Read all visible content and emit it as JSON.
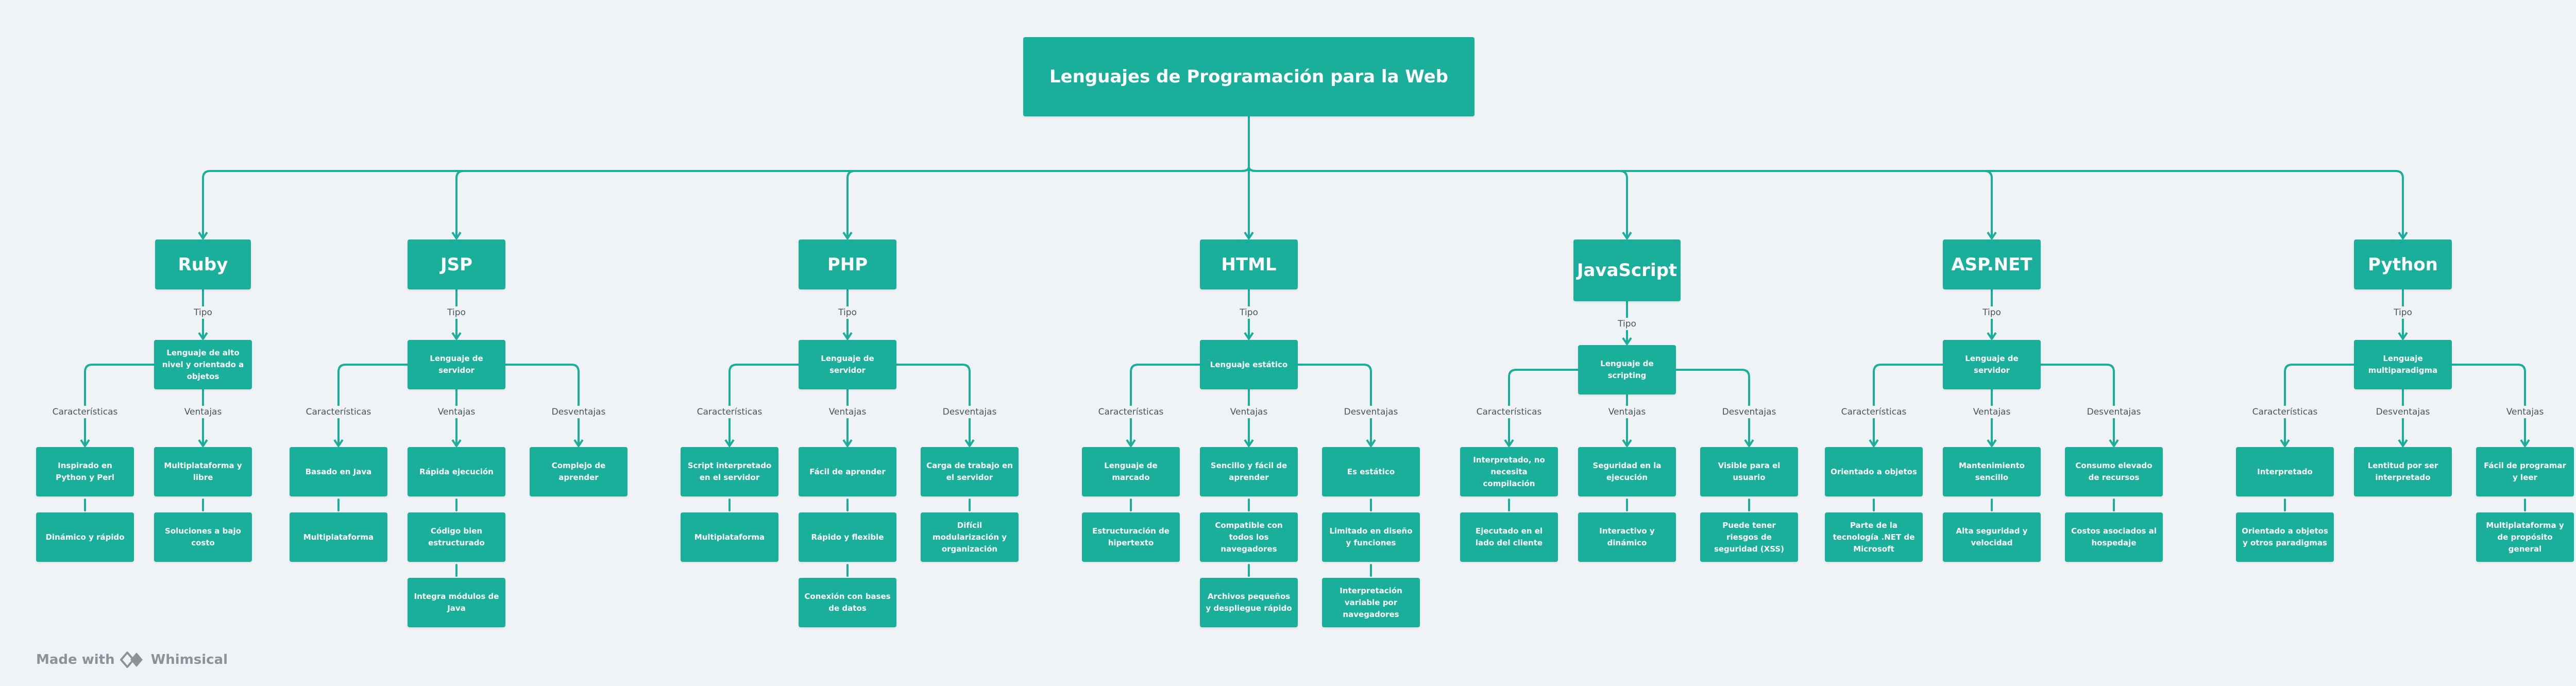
{
  "colors": {
    "node": "#1aaf9b",
    "edge": "#1aaf9b",
    "background": "#f0f3f6",
    "label": "#4b5359"
  },
  "root": "Lenguajes de Programación para la Web",
  "brand": {
    "prefix": "Made with",
    "name": "Whimsical"
  },
  "languages": [
    {
      "name": "Ruby",
      "tipo": {
        "label": "Tipo",
        "value": "Lenguaje de alto nivel y orientado a objetos"
      },
      "branches": [
        {
          "label": "Características",
          "items": [
            "Inspirado en Python y Perl",
            "Dinámico y rápido"
          ]
        },
        {
          "label": "Ventajas",
          "items": [
            "Multiplataforma y libre",
            "Soluciones a bajo costo"
          ]
        }
      ]
    },
    {
      "name": "JSP",
      "tipo": {
        "label": "Tipo",
        "value": "Lenguaje de servidor"
      },
      "branches": [
        {
          "label": "Características",
          "items": [
            "Basado en Java",
            "Multiplataforma"
          ]
        },
        {
          "label": "Ventajas",
          "items": [
            "Rápida ejecución",
            "Código bien estructurado",
            "Integra módulos de Java"
          ]
        },
        {
          "label": "Desventajas",
          "items": [
            "Complejo de aprender"
          ]
        }
      ]
    },
    {
      "name": "PHP",
      "tipo": {
        "label": "Tipo",
        "value": "Lenguaje de servidor"
      },
      "branches": [
        {
          "label": "Características",
          "items": [
            "Script interpretado en el servidor",
            "Multiplataforma"
          ]
        },
        {
          "label": "Ventajas",
          "items": [
            "Fácil de aprender",
            "Rápido y flexible",
            "Conexión con bases de datos"
          ]
        },
        {
          "label": "Desventajas",
          "items": [
            "Carga de trabajo en el servidor",
            "Difícil modularización y organización"
          ]
        }
      ]
    },
    {
      "name": "HTML",
      "tipo": {
        "label": "Tipo",
        "value": "Lenguaje estático"
      },
      "branches": [
        {
          "label": "Características",
          "items": [
            "Lenguaje de marcado",
            "Estructuración de hipertexto"
          ]
        },
        {
          "label": "Ventajas",
          "items": [
            "Sencillo y fácil de aprender",
            "Compatible con todos los navegadores",
            "Archivos pequeños y despliegue rápido"
          ]
        },
        {
          "label": "Desventajas",
          "items": [
            "Es estático",
            "Limitado en diseño y funciones",
            "Interpretación variable por navegadores"
          ]
        }
      ]
    },
    {
      "name": "JavaScript",
      "tipo": {
        "label": "Tipo",
        "value": "Lenguaje de scripting"
      },
      "branches": [
        {
          "label": "Características",
          "items": [
            "Interpretado, no necesita compilación",
            "Ejecutado en el lado del cliente"
          ]
        },
        {
          "label": "Ventajas",
          "items": [
            "Seguridad en la ejecución",
            "Interactivo y dinámico"
          ]
        },
        {
          "label": "Desventajas",
          "items": [
            "Visible para el usuario",
            "Puede tener riesgos de seguridad (XSS)"
          ]
        }
      ]
    },
    {
      "name": "ASP.NET",
      "tipo": {
        "label": "Tipo",
        "value": "Lenguaje de servidor"
      },
      "branches": [
        {
          "label": "Características",
          "items": [
            "Orientado a objetos",
            "Parte de la tecnología .NET de Microsoft"
          ]
        },
        {
          "label": "Ventajas",
          "items": [
            "Mantenimiento sencillo",
            "Alta seguridad y velocidad"
          ]
        },
        {
          "label": "Desventajas",
          "items": [
            "Consumo elevado de recursos",
            "Costos asociados al hospedaje"
          ]
        }
      ]
    },
    {
      "name": "Python",
      "tipo": {
        "label": "Tipo",
        "value": "Lenguaje multiparadigma"
      },
      "branches": [
        {
          "label": "Características",
          "items": [
            "Interpretado",
            "Orientado a objetos y otros paradigmas"
          ]
        },
        {
          "label": "Desventajas",
          "items": [
            "Lentitud por ser interpretado"
          ]
        },
        {
          "label": "Ventajas",
          "items": [
            "Fácil de programar y leer",
            "Multiplataforma y de propósito general"
          ]
        }
      ]
    }
  ]
}
